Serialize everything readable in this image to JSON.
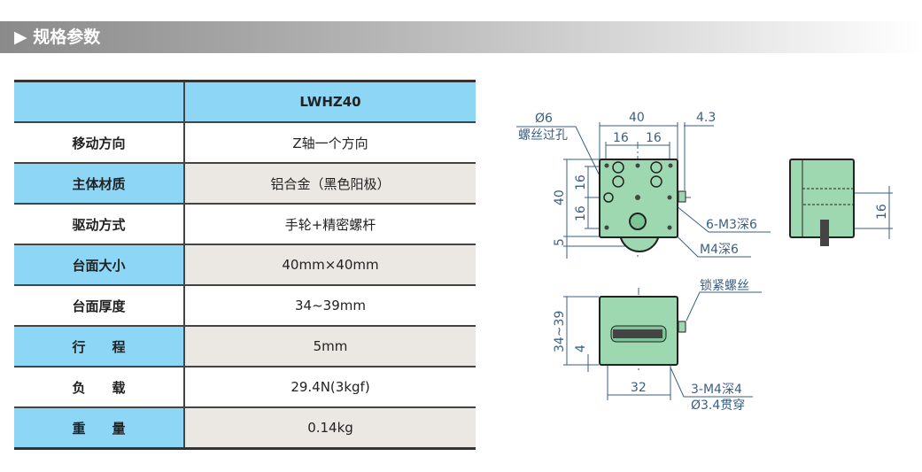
{
  "section_title": "▶ 规格参数",
  "table": {
    "model": "LWHZ40",
    "rows": [
      {
        "label": "移动方向",
        "value": "Z轴一个方向"
      },
      {
        "label": "主体材质",
        "value": "铝合金（黑色阳极）"
      },
      {
        "label": "驱动方式",
        "value": "手轮+精密螺杆"
      },
      {
        "label": "台面大小",
        "value": "40mm×40mm"
      },
      {
        "label": "台面厚度",
        "value": "34~39mm"
      },
      {
        "label": "行　　程",
        "value": "5mm"
      },
      {
        "label": "负　　载",
        "value": "29.4N(3kgf)"
      },
      {
        "label": "重　　量",
        "value": "0.14kg"
      }
    ]
  },
  "drawing": {
    "top": {
      "hole_label1": "Ø6",
      "hole_label2": "螺丝过孔",
      "dim_width": "40",
      "dim_offset": "4.3",
      "dim_half_a": "16",
      "dim_half_b": "16",
      "dim_height": "40",
      "dim_v_a": "16",
      "dim_v_b": "16",
      "dim_bottom": "5",
      "note_m3": "6-M3深6",
      "note_m4": "M4深6"
    },
    "side": {
      "dim": "16"
    },
    "front": {
      "lock_screw": "锁紧螺丝",
      "dim_height": "34~39",
      "dim_small": "4",
      "dim_base": "32",
      "note1": "3-M4深4",
      "note2": "Ø3.4贯穿"
    }
  }
}
